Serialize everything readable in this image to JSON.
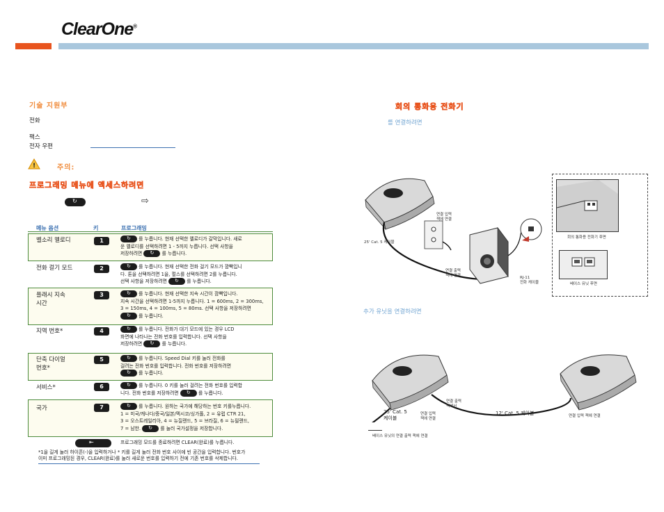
{
  "brand": {
    "logo": "ClearOne",
    "logo_mark": "®"
  },
  "left": {
    "support_heading": "기술 지원부",
    "phone_label": "전화",
    "fax_label": "팩스",
    "email_label": "전자 우편",
    "note_label": "주의:",
    "programming_heading": "프로그래밍 메뉴에 액세스하려면",
    "col_menu": "메뉴 옵션",
    "col_key": "키",
    "col_prog": "프로그래밍",
    "rows": [
      {
        "option": "벨소리 멜로디",
        "key": "1",
        "lines": [
          "를 누릅니다. 현재 선택한 멜로디가 갈막입니다. 새로",
          "운 멜로디를 선택하려면 1 - 5까지 누릅니다. 선택 사항을",
          "저장하려면 ",
          "를 누릅니다."
        ]
      },
      {
        "option": "전화 걸기 모드",
        "key": "2",
        "lines": [
          "를 누릅니다. 현재 선택한 전화 걸기 모드가 깜빡입니",
          "다. 톤을 선택하려면 1을, 펄스를 선택하려면 2를 누릅니다.",
          "선택 사항을 저장하려면 ",
          "를 누릅니다."
        ]
      },
      {
        "option": "플래시 지속\n시간",
        "key": "3",
        "lines": [
          "를 누릅니다. 현재 선택한 지속 시간이 깜빡입니다.",
          "지속 시간을 선택하려면 1-5까지 누릅니다. 1 = 600ms, 2 = 300ms,",
          "3 = 150ms, 4 = 100ms, 5 = 80ms. 선택 사항을 저장하려면",
          "를 누릅니다."
        ]
      },
      {
        "option": "지역 번호*",
        "key": "4",
        "lines": [
          "를 누릅니다. 전화가 대기 모드에 있는 경우 LCD",
          "화면에 나타나는 전화 번호를 입력합니다. 선택 사항을",
          "저장하려면 ",
          "를 누릅니다."
        ]
      },
      {
        "option": "단축 다이얼\n번호*",
        "key": "5",
        "lines": [
          "를 누릅니다. Speed Dial 키를 눌러 전화를",
          "걸려는 전화 번호를 입력합니다. 전화 번호를 저장하려면",
          "",
          "를 누릅니다."
        ]
      },
      {
        "option": "서비스*",
        "key": "6",
        "lines": [
          "를 누릅니다. 0 키를 눌러 걸려는 전화 번호를 입력합",
          "니다. 전화 번호를 저장하려면 ",
          "",
          "를 누릅니다."
        ]
      },
      {
        "option": "국가",
        "key": "7",
        "lines": [
          "를 누릅니다. 원하는 국가에 해당하는 번호 키를누릅니다.",
          "1 = 미국/캐나다/중국/일본/멕시코/싱가폴, 2 = 유럽 CTR 21,",
          "3 = 오스트레일리아, 4 = 뉴질랜드, 5 = 브라질, 6 = 뉴필랜드,",
          "7 = 남한. ",
          "를 눌러 국가설정을 저장합니다."
        ]
      }
    ],
    "exit_text": "프로그래밍 모드를 종료하려면 CLEAR(완료)를 누릅니다.",
    "footnote_line1": "*1을 길게 눌러 하이픈(-)을 입력하거나 * 키를 길게 눌러 전화 번호 사이에 빈 공간을 입력합니다. 번호가",
    "footnote_line2": "이미 프로그래밍된 경우, CLEAR(완료)를 눌러 새로운 번호를 입력하기 전에 기존 번호를 삭제합니다."
  },
  "right": {
    "conf_heading": "회의 통화용 전화기",
    "connect_sub": "를 연결하려면",
    "label_input_jack": "연결 입력\n잭에 연결",
    "label_25_cable": "25' Cat. 5 케이블",
    "label_output_jack": "연결 출력\n잭에 연결",
    "label_rj11": "RJ-11\n전화 케이블",
    "label_back_view": "회의 통화용 전화기 후면",
    "label_base_back": "베이스 유닛 후면",
    "add_units_heading": "추가 유닛을 연결하려면",
    "label_25_cable_b": "25' Cat. 5\n케이블",
    "label_in_jack_b": "연결 입력\n잭에 연결",
    "label_out_jack_b": "연결 출력\n잭에서",
    "label_12_cable": "12' Cat. 5 케이블",
    "label_in_jack_c": "연결 입력 잭에 연결",
    "label_base_output": "베이스 유닛의 연결 출력 잭에 연결"
  }
}
